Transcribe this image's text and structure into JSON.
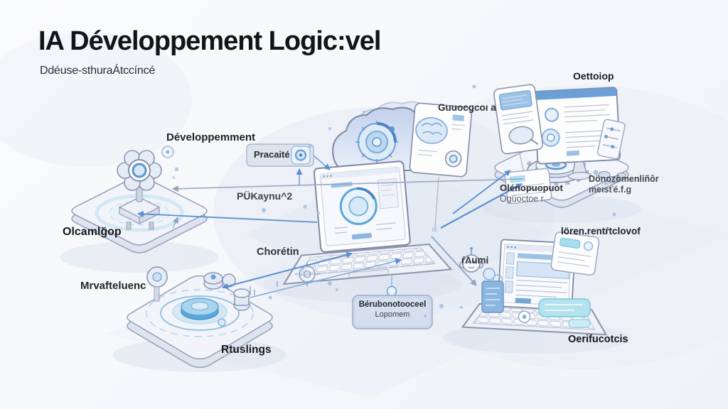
{
  "header": {
    "title": "IA Développement Logic:vel",
    "subtitle": "Ddéuse-sthuraÁtccíncé"
  },
  "diagram": {
    "left_top": {
      "title": "Développemment",
      "badge": "Pracaité",
      "param": "PÜKaynu^2",
      "caption": "Olcamlğop"
    },
    "left_bottom": {
      "side_label": "Mrvafteluenc",
      "flow_label": "Chorétin",
      "caption": "Rtuslings"
    },
    "center": {
      "panel_label": "Guuocgcoı a",
      "process_line1": "Bérubonotooceel",
      "process_line2": "Lopomem"
    },
    "right_top": {
      "caption": "Oettoiop",
      "col1_line1": "Olénopuopuot",
      "col1_line2": "Ogüoctoe r",
      "col2_line1": "Dönozòmenliñôr",
      "col2_line2": "meısťé.f.g"
    },
    "right_bottom": {
      "card_label": "lören.rentŕtclovof",
      "agent_label": "ŕΛumi",
      "caption": "Oerifucotcis"
    }
  },
  "colors": {
    "accent_blue": "#4a80c4",
    "arrow_gray": "#9aa8c6",
    "cyan": "#7cc8de",
    "ink": "#17181c",
    "background": "#f7f8fa"
  }
}
